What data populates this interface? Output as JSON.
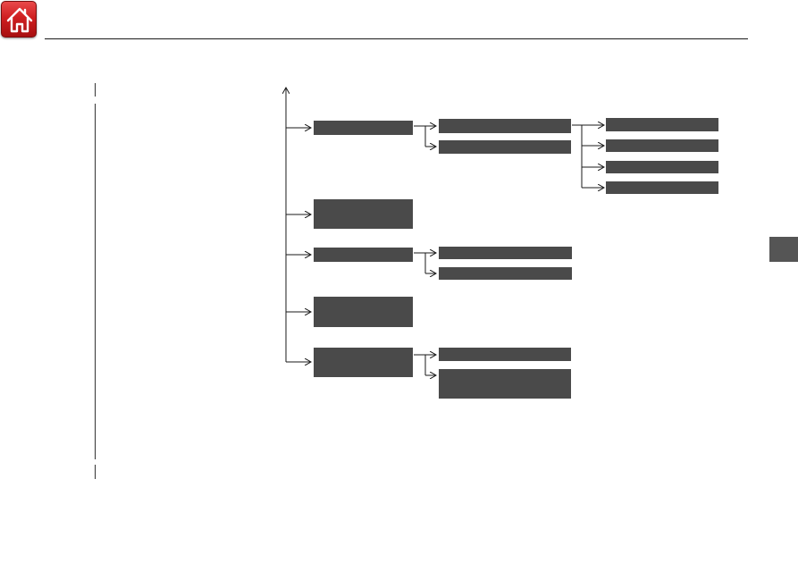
{
  "header": {
    "home_icon": "home-icon"
  },
  "colors": {
    "home_button": "#cf1f20",
    "menu_box": "#4a4a4a",
    "side_tab": "#555555",
    "rules": "#1a1a1a"
  },
  "diagram": {
    "type": "menu-tree",
    "branches": [
      {
        "id": "branch-1",
        "children": [
          {
            "id": "child-1-1",
            "children": [
              "leaf-1-1-1",
              "leaf-1-1-2",
              "leaf-1-1-3",
              "leaf-1-1-4"
            ]
          },
          {
            "id": "child-1-2",
            "children": []
          }
        ]
      },
      {
        "id": "branch-2",
        "children": []
      },
      {
        "id": "branch-3",
        "children": [
          {
            "id": "child-3-1",
            "children": []
          },
          {
            "id": "child-3-2",
            "children": []
          }
        ]
      },
      {
        "id": "branch-4",
        "children": []
      },
      {
        "id": "branch-5",
        "children": [
          {
            "id": "child-5-1",
            "children": []
          },
          {
            "id": "child-5-2",
            "children": []
          }
        ]
      }
    ]
  }
}
